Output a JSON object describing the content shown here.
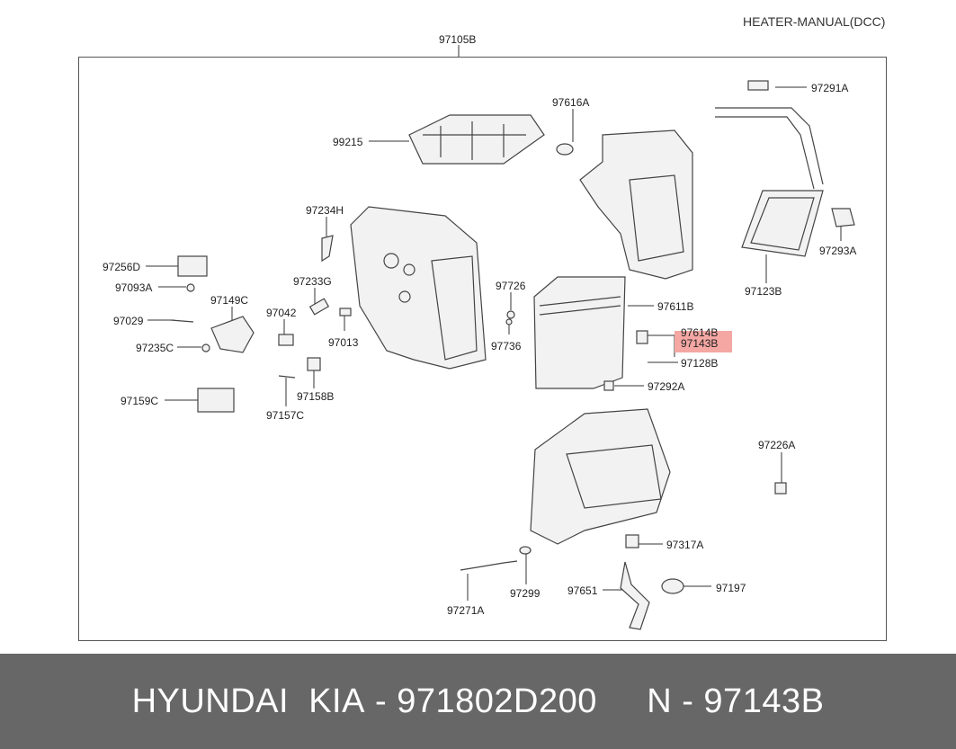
{
  "header": {
    "title": "HEATER-MANUAL(DCC)"
  },
  "diagram": {
    "assembly_label": "97105B",
    "highlight_color": "#f4a7a3",
    "labels": {
      "p99215": "99215",
      "p97616A": "97616A",
      "p97291A": "97291A",
      "p97234H": "97234H",
      "p97256D": "97256D",
      "p97093A": "97093A",
      "p97233G": "97233G",
      "p97149C": "97149C",
      "p97042": "97042",
      "p97029": "97029",
      "p97013": "97013",
      "p97235C": "97235C",
      "p97726": "97726",
      "p97736": "97736",
      "p97611B": "97611B",
      "p97614B": "97614B",
      "p97143B": "97143B",
      "p97128B": "97128B",
      "p97123B": "97123B",
      "p97293A": "97293A",
      "p97159C": "97159C",
      "p97158B": "97158B",
      "p97157C": "97157C",
      "p97292A": "97292A",
      "p97226A": "97226A",
      "p97317A": "97317A",
      "p97299": "97299",
      "p97271A": "97271A",
      "p97651": "97651",
      "p97197": "97197"
    }
  },
  "footer": {
    "brand": "HYUNDAI  KIA",
    "part_number": "971802D200",
    "n_label": "N",
    "n_value": "97143B"
  }
}
